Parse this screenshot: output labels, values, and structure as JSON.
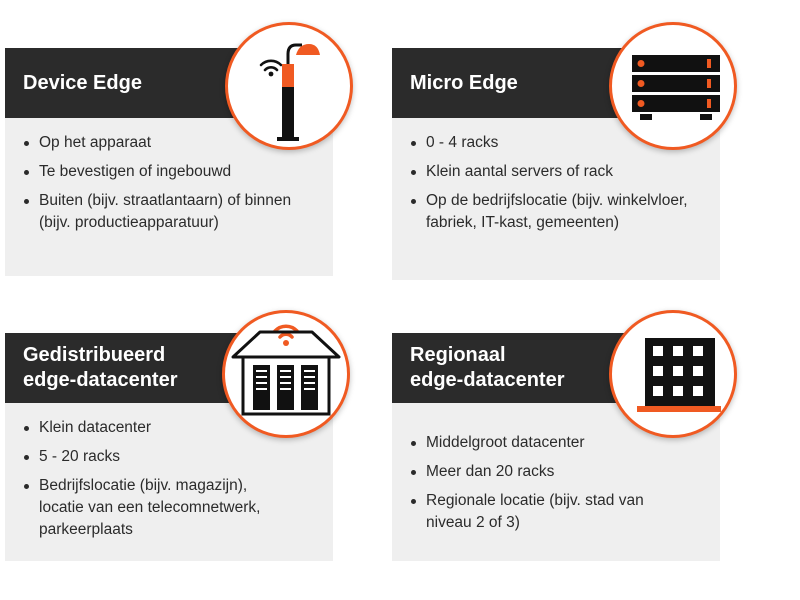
{
  "cards": [
    {
      "title": [
        "Device Edge"
      ],
      "icon": "street-lamp-wifi-icon",
      "items": [
        [
          "Op het apparaat"
        ],
        [
          "Te bevestigen of ingebouwd"
        ],
        [
          "Buiten (bijv. straatlantaarn) of binnen",
          "(bijv. productieapparatuur)"
        ]
      ]
    },
    {
      "title": [
        "Micro Edge"
      ],
      "icon": "server-rack-icon",
      "items": [
        [
          "0 - 4 racks"
        ],
        [
          "Klein aantal servers of rack"
        ],
        [
          "Op de bedrijfslocatie (bijv. winkelvloer,",
          "fabriek, IT-kast, gemeenten)"
        ]
      ]
    },
    {
      "title": [
        "Gedistribueerd",
        "edge-datacenter"
      ],
      "icon": "warehouse-datacenter-icon",
      "items": [
        [
          "Klein datacenter"
        ],
        [
          "5 - 20 racks"
        ],
        [
          "Bedrijfslocatie (bijv. magazijn),",
          "locatie van een telecomnetwerk,",
          "parkeerplaats"
        ]
      ]
    },
    {
      "title": [
        "Regionaal",
        "edge-datacenter"
      ],
      "icon": "office-building-icon",
      "items": [
        [
          "Middelgroot datacenter"
        ],
        [
          "Meer dan 20 racks"
        ],
        [
          "Regionale locatie (bijv. stad van",
          "niveau 2 of 3)"
        ]
      ]
    }
  ],
  "colors": {
    "accent": "#f05a22",
    "dark": "#2b2b2b",
    "panel": "#efefef"
  }
}
